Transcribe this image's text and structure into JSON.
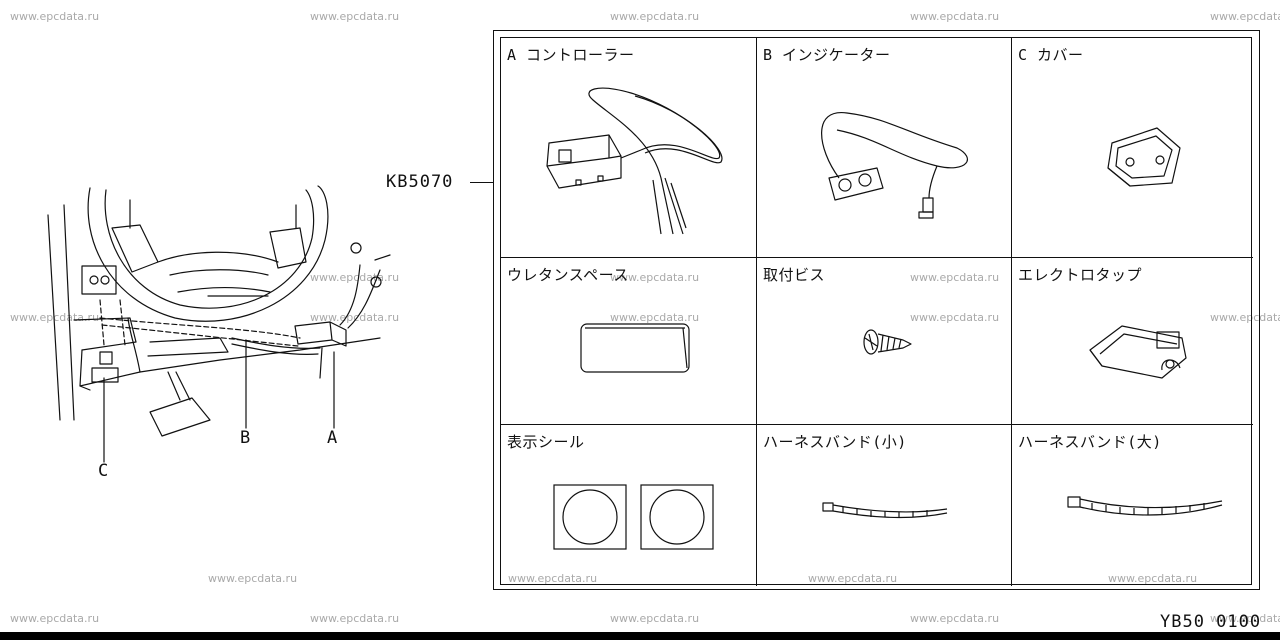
{
  "watermark": "www.epcdata.ru",
  "callouts": {
    "a": "A",
    "b": "B",
    "c": "C"
  },
  "part_number": "KB5070",
  "parts": [
    {
      "label": "A  コントローラー",
      "icon": "controller-unit-icon"
    },
    {
      "label": "B  インジケーター",
      "icon": "indicator-switch-icon"
    },
    {
      "label": "C  カバー",
      "icon": "cover-icon"
    },
    {
      "label": "ウレタンスペース",
      "icon": "urethane-spacer-icon"
    },
    {
      "label": "取付ビス",
      "icon": "mounting-screw-icon"
    },
    {
      "label": "エレクトロタップ",
      "icon": "electro-tap-icon"
    },
    {
      "label": "表示シール",
      "icon": "indicator-seal-icon"
    },
    {
      "label": "ハーネスバンド(小)",
      "icon": "harness-band-small-icon"
    },
    {
      "label": "ハーネスバンド(大)",
      "icon": "harness-band-large-icon"
    }
  ],
  "page_code": "YB50  0100"
}
